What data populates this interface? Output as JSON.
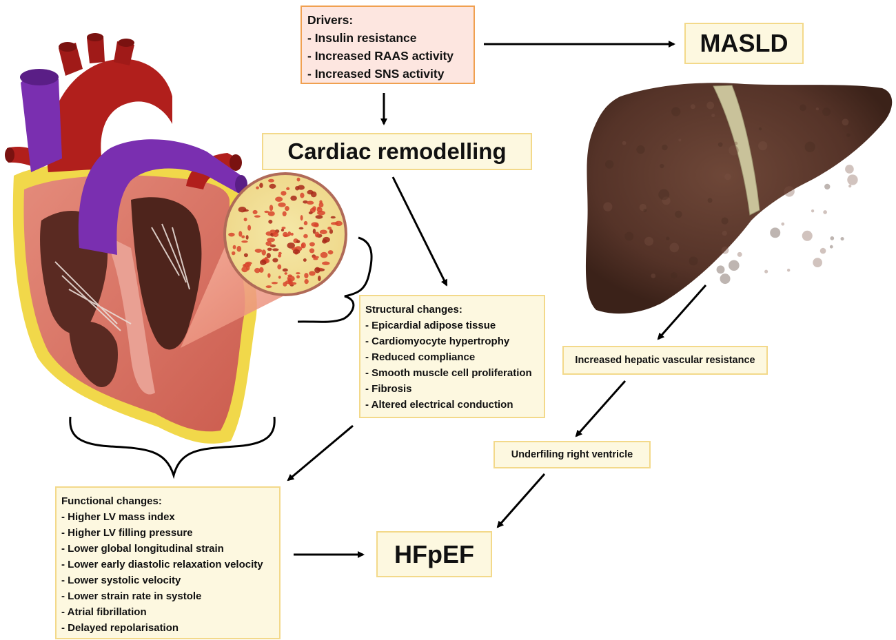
{
  "drivers": {
    "title": "Drivers:",
    "items": [
      "- Insulin resistance",
      "- Increased RAAS activity",
      "- Increased SNS activity"
    ]
  },
  "masld": "MASLD",
  "cardiac_remodelling": "Cardiac remodelling",
  "structural": {
    "title": "Structural changes:",
    "items": [
      "- Epicardial adipose tissue",
      "- Cardiomyocyte hypertrophy",
      "- Reduced compliance",
      "- Smooth muscle cell proliferation",
      "- Fibrosis",
      "- Altered electrical conduction"
    ]
  },
  "hepatic": "Increased hepatic vascular resistance",
  "underfilling": "Underfiling right ventricle",
  "functional": {
    "title": "Functional changes:",
    "items": [
      "- Higher LV mass index",
      "- Higher LV filling pressure",
      "- Lower global longitudinal strain",
      "- Lower early diastolic relaxation velocity",
      "- Lower systolic velocity",
      "- Lower strain rate in systole",
      "- Atrial fibrillation",
      "- Delayed repolarisation"
    ]
  },
  "hfpef": "HFpEF",
  "colors": {
    "box_fill": "#fdf8e0",
    "box_border": "#f3d98a",
    "drivers_fill": "#fde6e0",
    "drivers_border": "#f0a050",
    "liver": "#5e3b30",
    "heart_red": "#b11f1c",
    "vein_purple": "#7a2fb0",
    "fat_yellow": "#f1d84a"
  },
  "icons": [
    "heart-illustration",
    "liver-illustration",
    "tissue-magnifier"
  ]
}
